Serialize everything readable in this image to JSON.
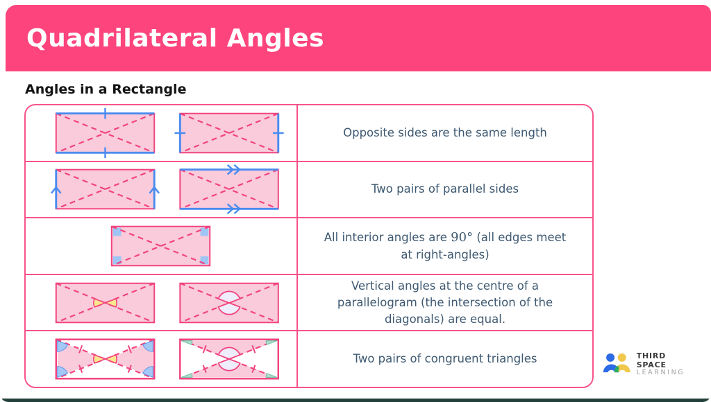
{
  "header": {
    "title": "Quadrilateral Angles",
    "background_color": "#FD447D"
  },
  "subtitle": "Angles in a Rectangle",
  "table": {
    "border_color": "#F8548A",
    "rows": [
      {
        "label": "Opposite sides are the same length",
        "diagrams": [
          "rectangle-equal-top-bottom-sides",
          "rectangle-equal-left-right-sides"
        ]
      },
      {
        "label": "Two pairs of parallel sides",
        "diagrams": [
          "rectangle-parallel-vertical-sides",
          "rectangle-parallel-horizontal-sides"
        ]
      },
      {
        "line1_pre": "All interior angles are ",
        "line1_math": "90°",
        "line1_post": " (all edges meet",
        "line2": "at right-angles)",
        "diagrams": [
          "rectangle-right-angle-corners"
        ]
      },
      {
        "label": "Vertical angles at the centre of a parallelogram (the intersection of the diagonals) are equal.",
        "diagrams": [
          "rectangle-vertical-angles-horizontal",
          "rectangle-vertical-angles-vertical"
        ]
      },
      {
        "label": "Two pairs of congruent triangles",
        "diagrams": [
          "rectangle-congruent-left-right-triangles",
          "rectangle-congruent-top-bottom-triangles"
        ]
      }
    ]
  },
  "logo": {
    "line1": "THIRD SPACE",
    "line2": "LEARNING"
  },
  "colors": {
    "header_pink": "#FD447D",
    "table_border_pink": "#F8548A",
    "shape_stroke_pink": "#F2427E",
    "shape_fill_pink": "#F9CBDB",
    "side_marker_blue": "#4A8BF0",
    "corner_square_blue": "#9EC5F4",
    "angle_yellow": "#FBE88D",
    "angle_lavender": "#EFEDFB",
    "angle_teal": "#AEDCCD",
    "body_text": "#3E5971",
    "footer_bar": "#24403B"
  }
}
